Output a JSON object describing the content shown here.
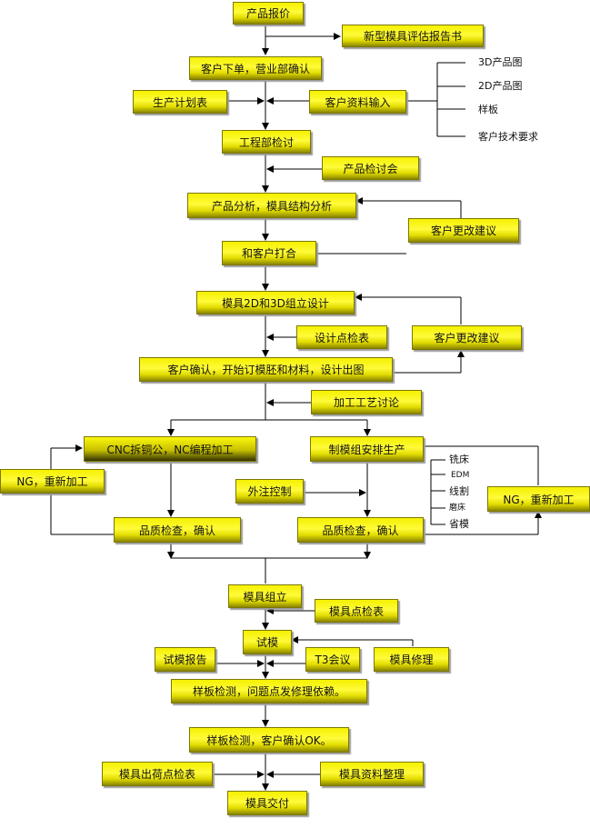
{
  "nodes": {
    "product_quote": "产品报价",
    "new_mold_report": "新型模具评估报告书",
    "customer_order": "客户下单，营业部确认",
    "production_plan": "生产计划表",
    "customer_data_input": "客户资料输入",
    "engineering_review": "工程部检讨",
    "product_review_meeting": "产品检讨会",
    "product_analysis": "产品分析，模具结构分析",
    "customer_change_1": "客户更改建议",
    "customer_match": "和客户打合",
    "mold_design": "模具2D和3D组立设计",
    "design_checklist": "设计点检表",
    "customer_change_2": "客户更改建议",
    "customer_confirm_order": "客户确认，开始订模胚和材料，设计出图",
    "process_discussion": "加工工艺讨论",
    "cnc_copper": "CNC拆铜公，NC编程加工",
    "mold_group_production": "制模组安排生产",
    "ng_rework_left": "NG，重新加工",
    "outsource_control": "外注控制",
    "ng_rework_right": "NG，重新加工",
    "quality_check_left": "品质检查，确认",
    "quality_check_right": "品质检查，确认",
    "mold_assembly": "模具组立",
    "mold_checklist": "模具点检表",
    "trial_mold": "试模",
    "trial_report": "试模报告",
    "t3_meeting": "T3会议",
    "mold_repair": "模具修理",
    "sample_inspection_1": "样板检测，问题点发修理依赖。",
    "sample_inspection_2": "样板检测，客户确认OK。",
    "shipping_checklist": "模具出荷点检表",
    "mold_data_org": "模具资料整理",
    "mold_delivery": "模具交付"
  },
  "customer_inputs": [
    "3D产品图",
    "2D产品图",
    "样板",
    "客户技术要求"
  ],
  "machines": [
    "铣床",
    "EDM",
    "线割",
    "磨床",
    "省模"
  ],
  "colors": {
    "box_fill": "#fffb3a",
    "box_edge": "#7c7800",
    "line": "#000000"
  }
}
